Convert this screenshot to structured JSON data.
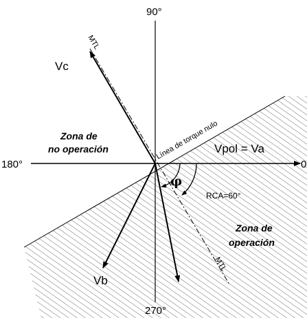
{
  "axes": {
    "label_90": "90°",
    "label_180": "180°",
    "label_270": "270°",
    "label_0": "0"
  },
  "vectors": {
    "vc": "Vc",
    "vb": "Vb",
    "vpol": "Vpol = Va"
  },
  "lines": {
    "mtl_top": "MTL",
    "mtl_bottom": "MTL",
    "null_torque": "Línea de torque nulo"
  },
  "angles": {
    "phi": "φ",
    "rca": "RCA=60°"
  },
  "zones": {
    "no_operation_line1": "Zona de",
    "no_operation_line2": "no operación",
    "operation_line1": "Zona de",
    "operation_line2": "operación"
  }
}
